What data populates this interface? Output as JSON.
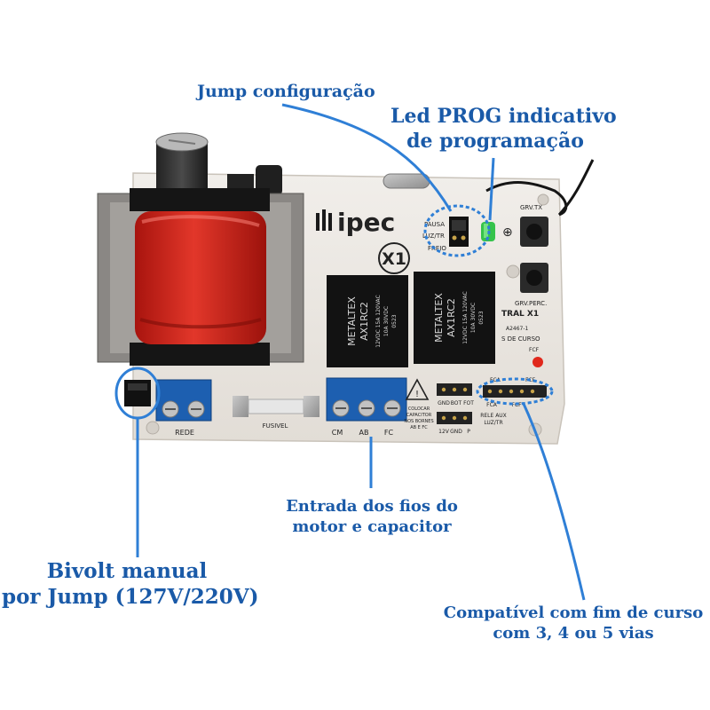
{
  "callouts": {
    "jump_config": "Jump configuração",
    "led_prog_line1": "Led PROG indicativo",
    "led_prog_line2": "de programação",
    "motor_line1": "Entrada dos fios do",
    "motor_line2": "motor e capacitor",
    "bivolt_line1": "Bivolt manual",
    "bivolt_line2": "por Jump (127V/220V)",
    "fim_line1": "Compatível com fim de curso",
    "fim_line2": "com 3, 4 ou 5 vias"
  },
  "board": {
    "brand": "ipec",
    "model": "X1",
    "model_side": "TRAL X1",
    "code": "A2467-1",
    "curso_text": "S DE CURSO",
    "jumper_labels": [
      "PAUSA",
      "LUZ/TR",
      "FREIO"
    ],
    "grv_tx": "GRV.TX",
    "grv_perc": "GRV.PERC.",
    "fcf_top": "FCF",
    "rede": "REDE",
    "fusivel": "FUSIVEL",
    "motor_terminals": [
      "CM",
      "AB",
      "FC"
    ],
    "header_labels": [
      "GND",
      "BOT",
      "FOT"
    ],
    "rele_aux": "RELE AUX",
    "luz_tr": "LUZ/TR",
    "header2_labels": [
      "12V",
      "GND",
      "P"
    ],
    "fca_fcf": [
      "FCA",
      "FCF"
    ],
    "fca_fcf_top": [
      "FCA",
      "FCF"
    ],
    "warning_text": [
      "COLOCAR",
      "CAPACITOR",
      "NOS BORNES",
      "AB E FC"
    ]
  },
  "relays": [
    {
      "brand": "METALTEX",
      "model": "AX1RC2",
      "spec1": "12VDC 15A 120VAC",
      "spec2": "10A 30VDC",
      "batch": "0523"
    },
    {
      "brand": "METALTEX",
      "model": "AX1RC2",
      "spec1": "12VDC 15A 120VAC",
      "spec2": "10A 30VDC",
      "batch": "0523"
    }
  ],
  "colors": {
    "callout_text": "#1a5aa8",
    "callout_line": "#2f7fd6",
    "board": "#ece8e3",
    "terminal_blue": "#1d5fb0",
    "transformer_red": "#d8261c",
    "relay_black": "#121212"
  }
}
